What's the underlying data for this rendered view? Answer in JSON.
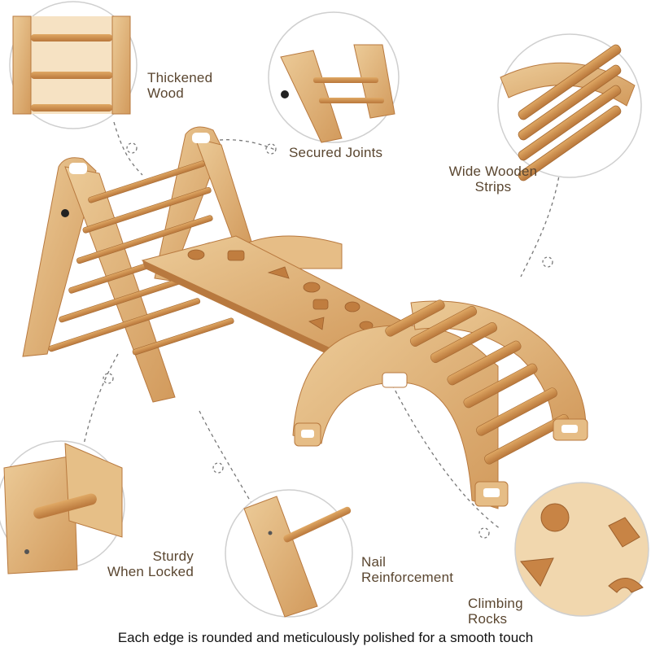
{
  "labels": {
    "thickened_wood": [
      "Thickened",
      "Wood"
    ],
    "secured_joints": [
      "Secured Joints"
    ],
    "wide_wooden_strips": [
      "Wide Wooden",
      "Strips"
    ],
    "sturdy_when_locked": [
      "Sturdy",
      "When Locked"
    ],
    "nail_reinforcement": [
      "Nail",
      "Reinforcement"
    ],
    "climbing_rocks": [
      "Climbing",
      "Rocks"
    ]
  },
  "caption": "Each edge is rounded and meticulously polished for a smooth touch",
  "colors": {
    "wood_light": "#e7c18c",
    "wood_mid": "#d9a468",
    "wood_dark": "#b8793f",
    "rung": "#cf9352",
    "dash": "#777777",
    "badge_border": "#cfcfcf",
    "text": "#5a4630"
  }
}
